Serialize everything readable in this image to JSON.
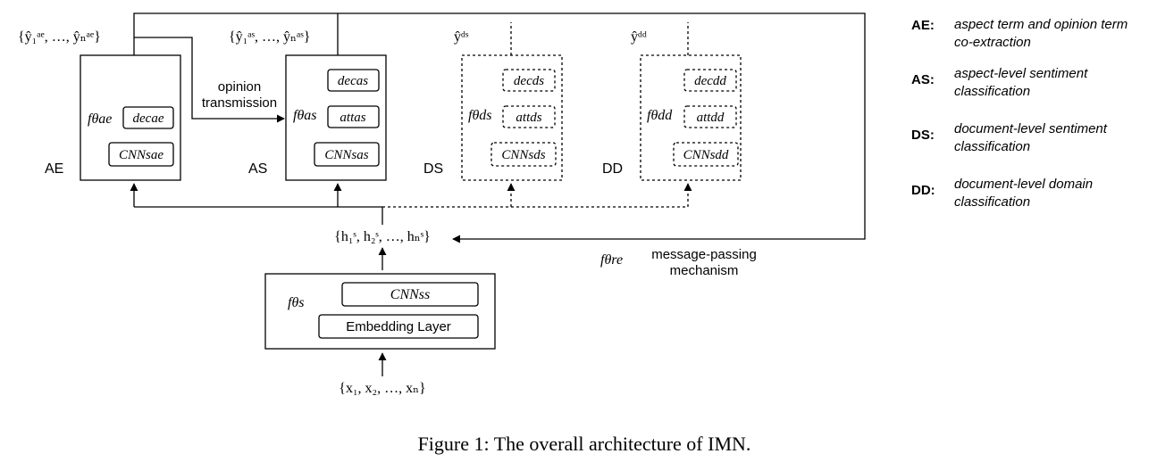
{
  "outputs": {
    "ae": "{ŷ₁ᵃᵉ, …, ŷₙᵃᵉ}",
    "as": "{ŷ₁ᵃˢ, …, ŷₙᵃˢ}",
    "ds": "ŷᵈˢ",
    "dd": "ŷᵈᵈ"
  },
  "modules": {
    "ae": {
      "label": "AE",
      "f": "fθae",
      "dec": "decae",
      "cnn": "CNNsae"
    },
    "as": {
      "label": "AS",
      "f": "fθas",
      "dec": "decas",
      "att": "attas",
      "cnn": "CNNsas"
    },
    "ds": {
      "label": "DS",
      "f": "fθds",
      "dec": "decds",
      "att": "attds",
      "cnn": "CNNsds"
    },
    "dd": {
      "label": "DD",
      "f": "fθdd",
      "dec": "decdd",
      "att": "attdd",
      "cnn": "CNNsdd"
    }
  },
  "opinion_transmission": [
    "opinion",
    "transmission"
  ],
  "shared": {
    "hidden": "{h₁ˢ, h₂ˢ, …, hₙˢ}",
    "f": "fθs",
    "cnn": "CNNss",
    "embedding": "Embedding Layer",
    "input": "{x₁, x₂, …, xₙ}"
  },
  "message_passing": {
    "f": "fθre",
    "label": [
      "message-passing",
      "mechanism"
    ]
  },
  "legend": [
    {
      "key": "AE:",
      "lines": [
        "aspect term and opinion term",
        "co-extraction"
      ]
    },
    {
      "key": "AS:",
      "lines": [
        "aspect-level sentiment",
        "classification"
      ]
    },
    {
      "key": "DS:",
      "lines": [
        "document-level sentiment",
        "classification"
      ]
    },
    {
      "key": "DD:",
      "lines": [
        "document-level domain",
        "classification"
      ]
    }
  ],
  "caption": "Figure 1: The overall architecture of IMN."
}
